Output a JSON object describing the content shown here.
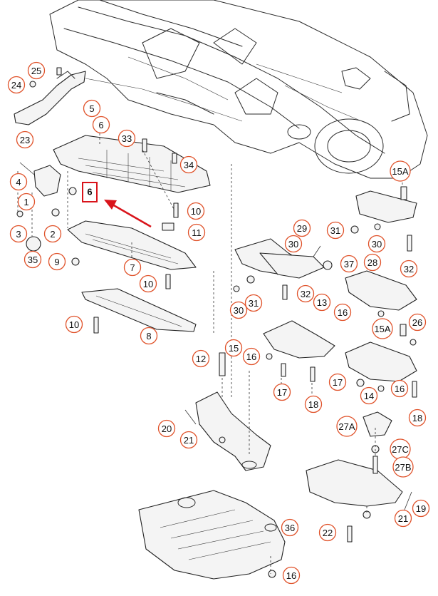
{
  "callouts": [
    "25",
    "24",
    "23",
    "5",
    "6",
    "33",
    "34",
    "4",
    "1",
    "3",
    "35",
    "2",
    "6",
    "10",
    "11",
    "9",
    "7",
    "10",
    "10",
    "8",
    "15A",
    "31",
    "30",
    "28",
    "32",
    "29",
    "30",
    "37",
    "31",
    "30",
    "32",
    "13",
    "16",
    "26",
    "15A",
    "15",
    "16",
    "12",
    "17",
    "18",
    "17",
    "14",
    "16",
    "18",
    "27A",
    "27C",
    "27B",
    "20",
    "21",
    "19",
    "21",
    "22",
    "36",
    "16"
  ],
  "highlight": {
    "label": "6",
    "color": "#d9141b"
  },
  "accent_color": "#e0522a"
}
